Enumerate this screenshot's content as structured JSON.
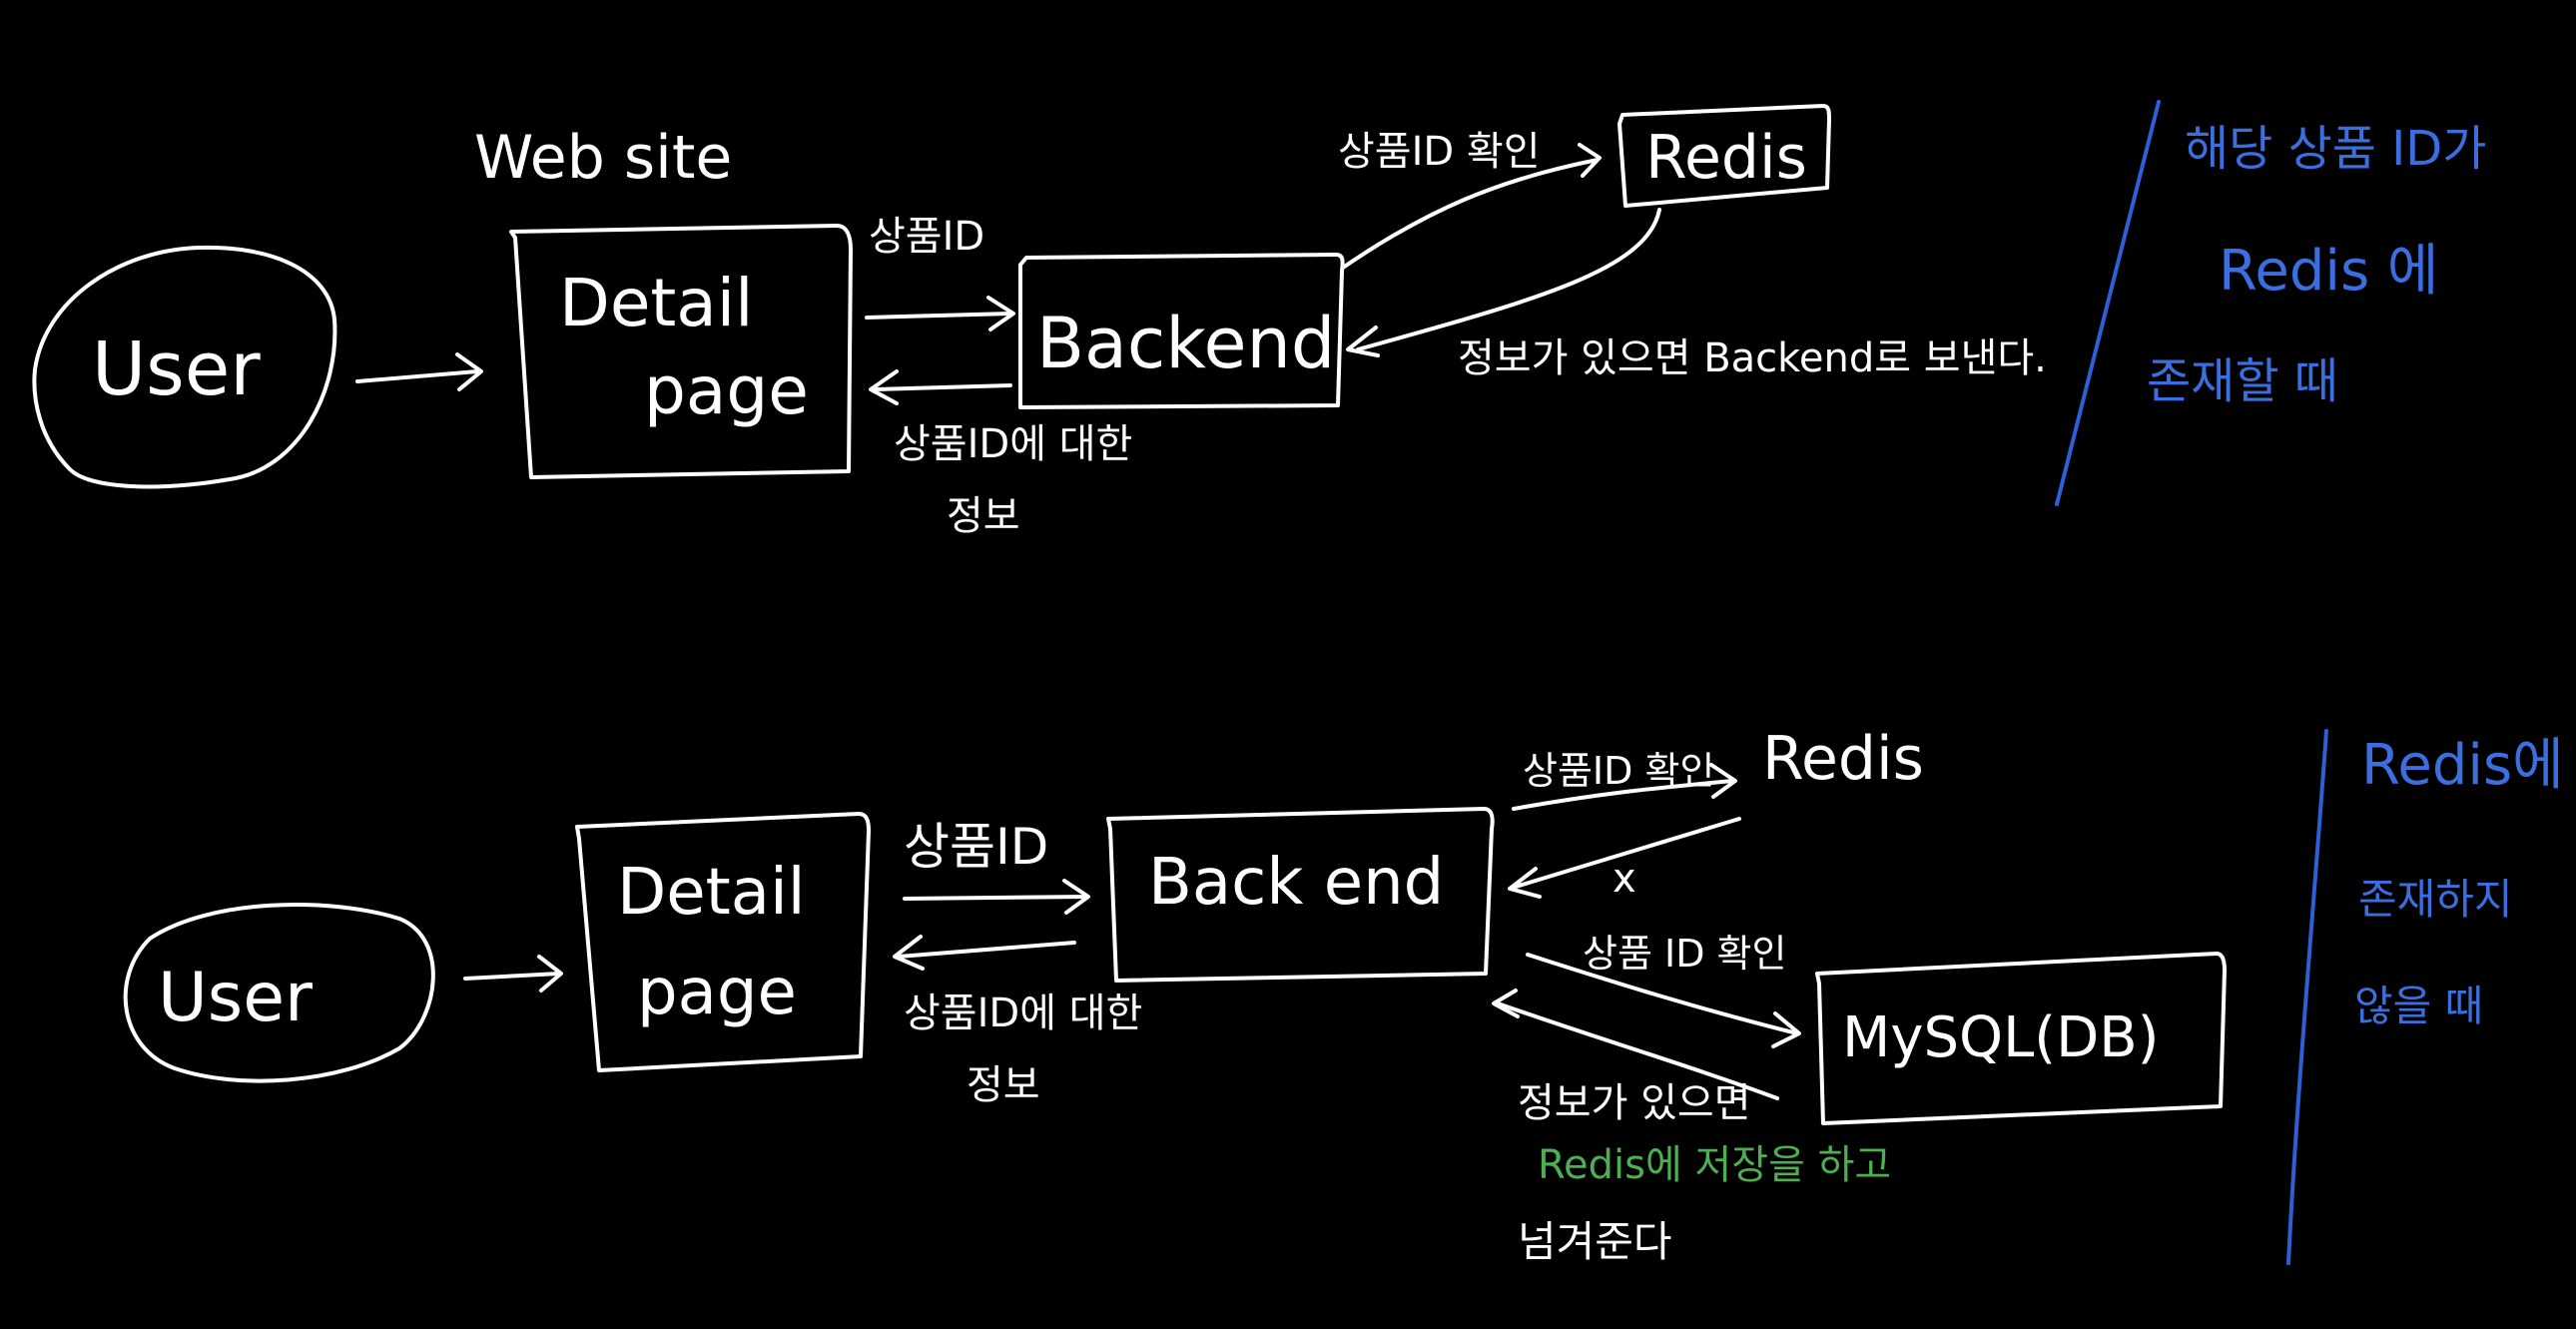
{
  "colors": {
    "background": "#000000",
    "ink": "#ffffff",
    "note": "#3b6fe0",
    "highlight": "#4caf50"
  },
  "top": {
    "user": "User",
    "website": "Web site",
    "detail_1": "Detail",
    "detail_2": "page",
    "backend": "Backend",
    "redis": "Redis",
    "product_id": "상품ID",
    "product_info_1": "상품ID에 대한",
    "product_info_2": "정보",
    "check_id": "상품ID 확인",
    "redis_reply": "정보가 있으면 Backend로 보낸다.",
    "note": [
      "해당 상품 ID가",
      "Redis 에",
      "존재할 때"
    ]
  },
  "bottom": {
    "user": "User",
    "detail_1": "Detail",
    "detail_2": "page",
    "backend": "Back end",
    "redis": "Redis",
    "mysql": "MySQL(DB)",
    "product_id": "상품ID",
    "product_info_1": "상품ID에 대한",
    "product_info_2": "정보",
    "check_id_redis": "상품ID 확인",
    "miss": "x",
    "check_id_mysql": "상품 ID 확인",
    "mysql_reply": "정보가 있으면",
    "save_redis": "Redis에 저장을 하고",
    "pass_on": "넘겨준다",
    "note": [
      "Redis에",
      "존재하지",
      "않을 때"
    ]
  }
}
